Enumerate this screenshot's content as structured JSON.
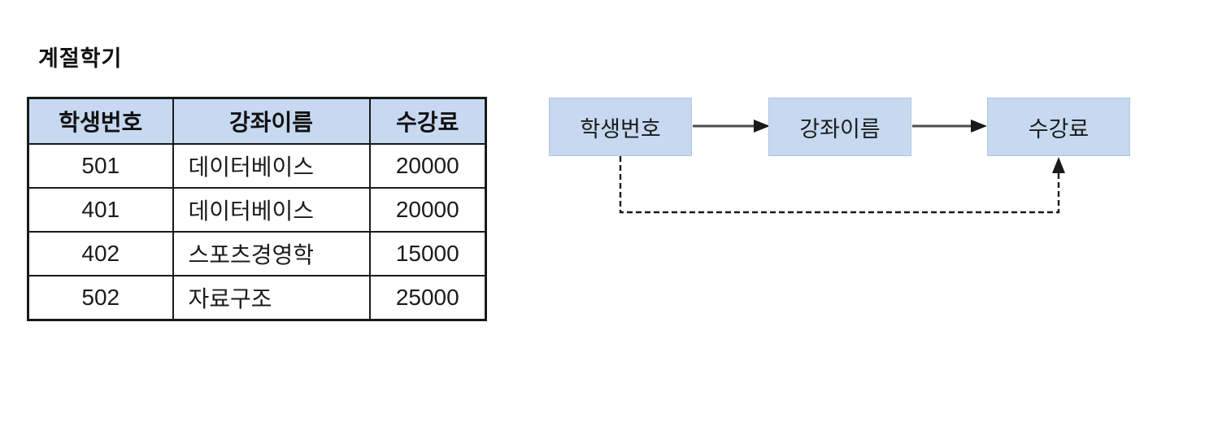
{
  "title": "계절학기",
  "table": {
    "columns": [
      "학생번호",
      "강좌이름",
      "수강료"
    ],
    "rows": [
      [
        "501",
        "데이터베이스",
        "20000"
      ],
      [
        "401",
        "데이터베이스",
        "20000"
      ],
      [
        "402",
        "스포츠경영학",
        "15000"
      ],
      [
        "502",
        "자료구조",
        "25000"
      ]
    ]
  },
  "diagram": {
    "nodes": [
      {
        "label": "학생번호"
      },
      {
        "label": "강좌이름"
      },
      {
        "label": "수강료"
      }
    ],
    "arrows": [
      {
        "from": "학생번호",
        "to": "강좌이름",
        "style": "solid"
      },
      {
        "from": "강좌이름",
        "to": "수강료",
        "style": "solid"
      },
      {
        "from": "학생번호",
        "to": "수강료",
        "style": "dashed-elbow"
      }
    ]
  },
  "colors": {
    "fill_light_blue": "#c6d9f1",
    "border_black": "#1a1a1a",
    "arrow_gray": "#4d4d4d",
    "background": "#ffffff"
  }
}
